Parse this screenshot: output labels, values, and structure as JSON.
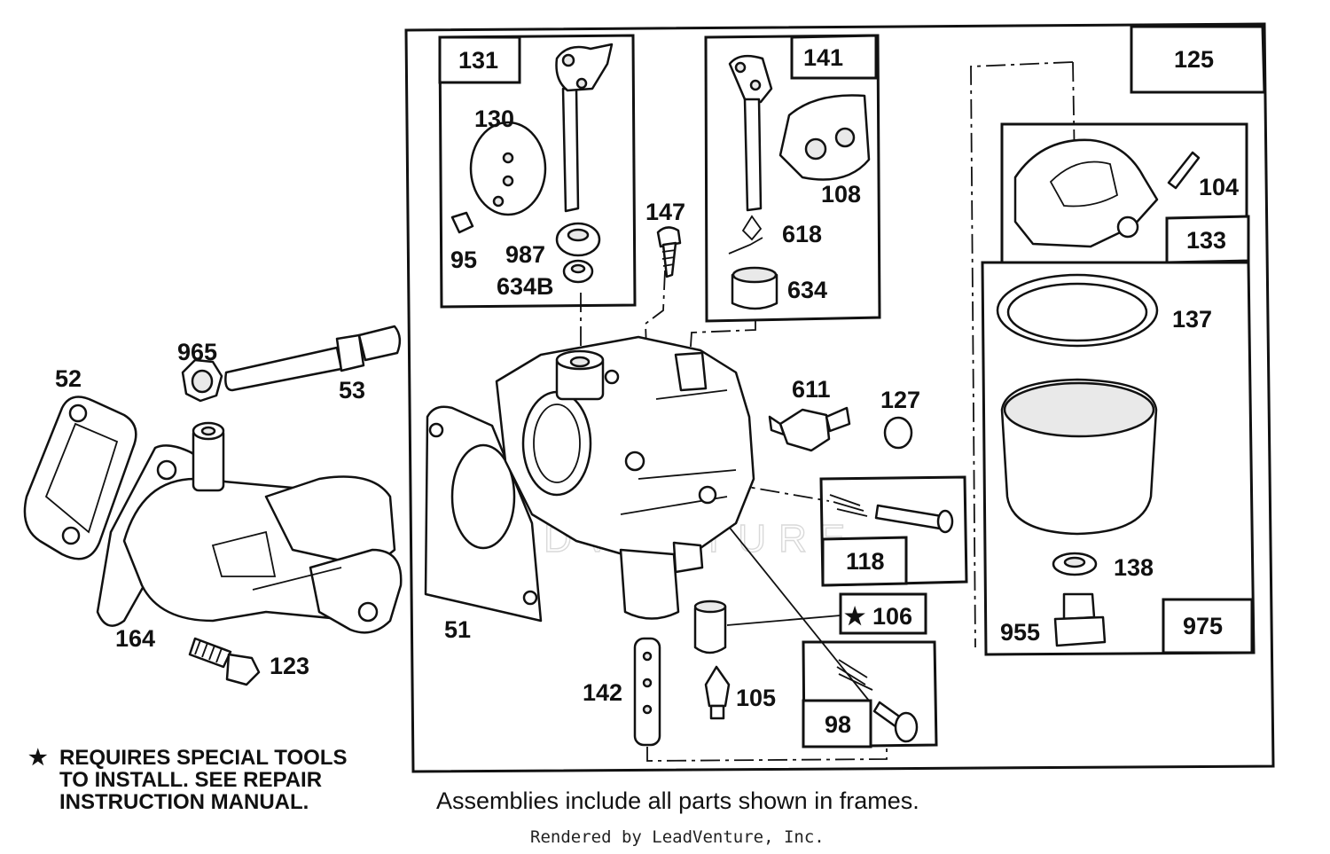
{
  "diagram": {
    "part_labels": {
      "p131": "131",
      "p130": "130",
      "p95": "95",
      "p987": "987",
      "p634b": "634B",
      "p141": "141",
      "p108": "108",
      "p618": "618",
      "p634": "634",
      "p147": "147",
      "p125": "125",
      "p104": "104",
      "p133": "133",
      "p137": "137",
      "p138": "138",
      "p955": "955",
      "p975": "975",
      "p965": "965",
      "p53": "53",
      "p52": "52",
      "p164": "164",
      "p123": "123",
      "p51": "51",
      "p611": "611",
      "p127": "127",
      "p118": "118",
      "p106": "106",
      "p142": "142",
      "p105": "105",
      "p98": "98"
    },
    "special_tool_star": "★",
    "note_lines": [
      "REQUIRES SPECIAL TOOLS",
      "TO INSTALL.  SEE REPAIR",
      "INSTRUCTION MANUAL."
    ],
    "caption": "Assemblies include all parts shown in frames.",
    "credit": "Rendered by LeadVenture, Inc.",
    "watermark": "LEADVENTURE"
  }
}
